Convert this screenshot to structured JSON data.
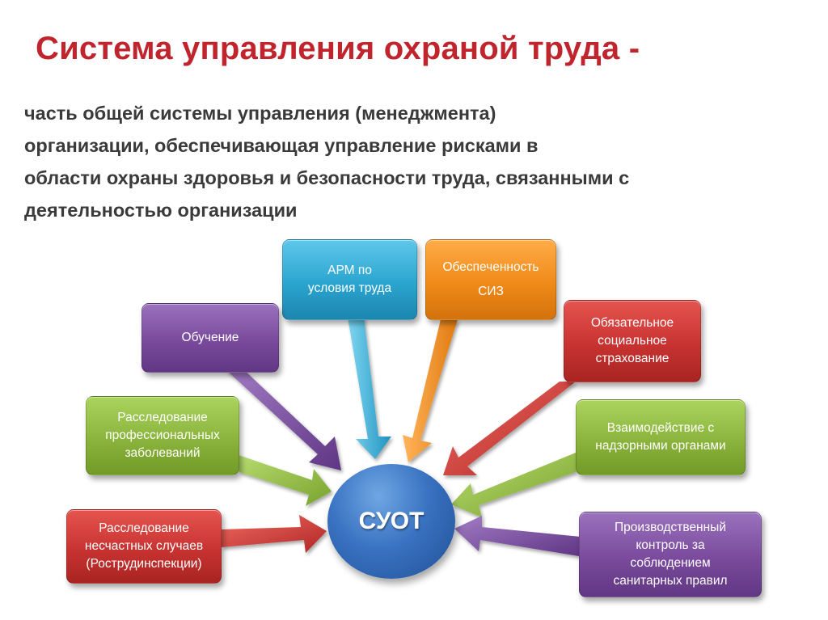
{
  "header": {
    "title": "Система управления охраной труда -",
    "subtitle_lines": [
      "часть общей системы управления  (менеджмента)",
      "организации, обеспечивающая управление рисками в",
      "области охраны здоровья и безопасности труда, связанными с",
      "деятельностью организации"
    ]
  },
  "center": {
    "label": "СУОТ",
    "color": "#3a73c2"
  },
  "colors": {
    "cyan": "#2aa5cf",
    "orange": "#ef8a19",
    "purple": "#7a4a9c",
    "red": "#c73331",
    "green": "#8ab43c"
  },
  "boxes": {
    "arm": {
      "lines": [
        "АРМ по",
        "условия труда"
      ]
    },
    "siz": {
      "lines": [
        "Обеспеченность",
        "СИЗ"
      ]
    },
    "training": {
      "lines": [
        "Обучение"
      ]
    },
    "insurance": {
      "lines": [
        "Обязательное",
        "социальное",
        "страхование"
      ]
    },
    "diseases": {
      "lines": [
        "Расследование",
        "профессиональных",
        "заболеваний"
      ]
    },
    "supervision": {
      "lines": [
        "Взаимодействие с",
        "надзорными органами"
      ]
    },
    "accidents": {
      "lines": [
        "Расследование",
        "несчастных случаев",
        "(Рострудинспекции)"
      ]
    },
    "control": {
      "lines": [
        "Производственный",
        "контроль за",
        "соблюдением",
        "санитарных правил"
      ]
    }
  }
}
